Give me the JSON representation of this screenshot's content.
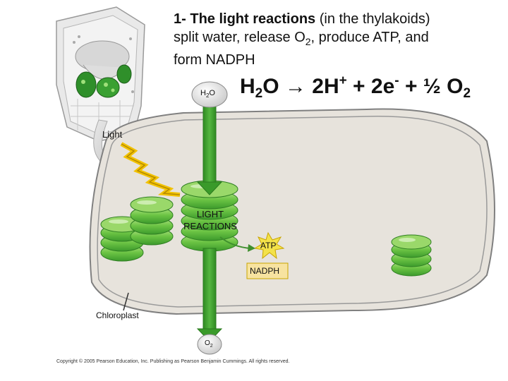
{
  "title": {
    "number": "1-",
    "bold": "The light reactions",
    "line1_rest": "(in the thylakoids)",
    "line2": "split water, release O",
    "line2_sub": "2",
    "line2_rest": ", produce ATP, and",
    "line3": "form NADPH"
  },
  "equation": {
    "a": "H",
    "a_sub": "2",
    "b": "O → 2H",
    "b_sup": "+",
    "c": " + 2e",
    "c_sup": "-",
    "d": " + ½ O",
    "d_sub": "2"
  },
  "labels": {
    "h2o_top": "H",
    "h2o_sub": "2",
    "h2o_o": "O",
    "light": "Light",
    "light_reactions_1": "LIGHT",
    "light_reactions_2": "REACTIONS",
    "atp": "ATP",
    "nadph": "NADPH",
    "chloroplast": "Chloroplast",
    "o2": "O",
    "o2_sub": "2"
  },
  "copyright": "Copyright © 2005 Pearson Education, Inc. Publishing as Pearson Benjamin Cummings. All rights reserved.",
  "colors": {
    "green_arrow": "#3a9a2a",
    "thylakoid_light": "#8fd35a",
    "thylakoid_dark": "#3c9a2c",
    "stroma": "#e7e3dc",
    "membrane": "#7f7f7f",
    "lightning": "#f2c200",
    "atp_star": "#f3e24a",
    "nadph_box": "#f7e3a0"
  }
}
